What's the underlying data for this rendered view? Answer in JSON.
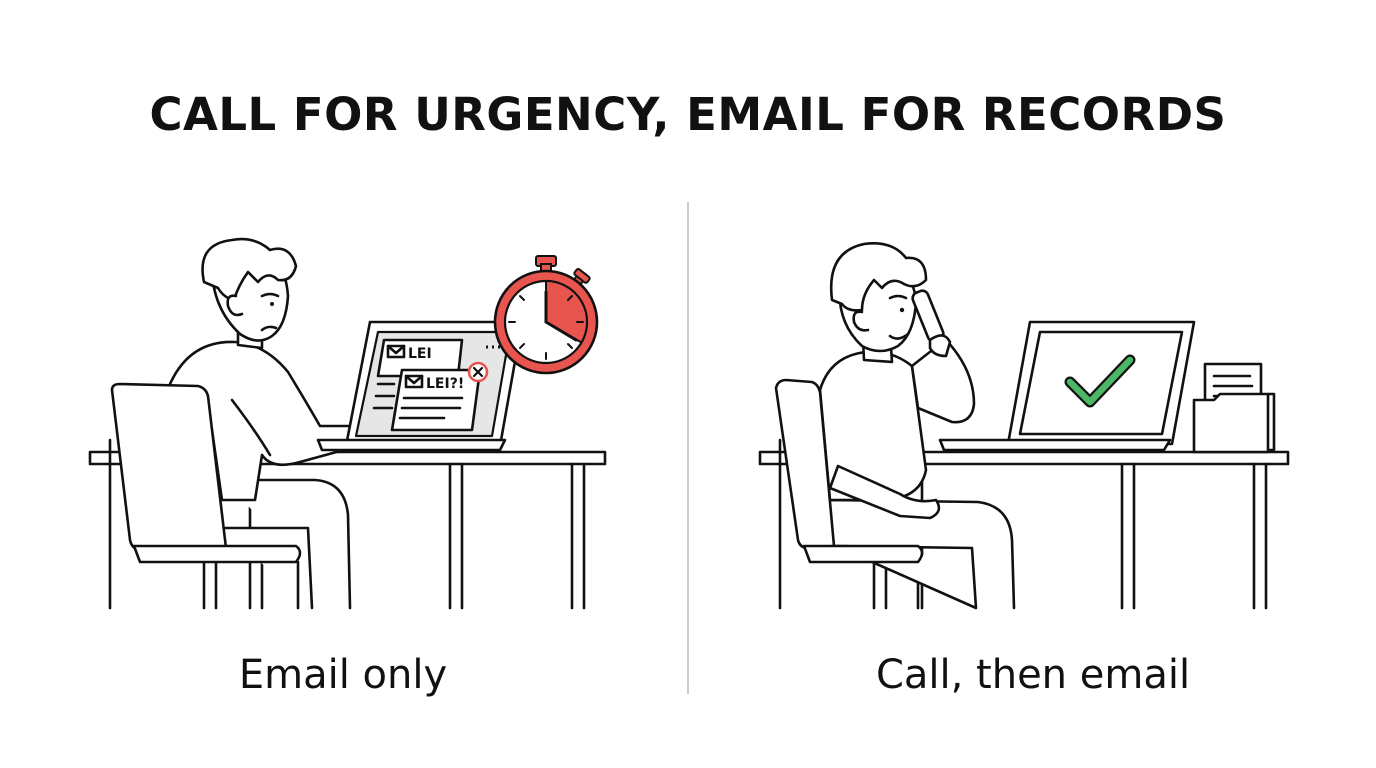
{
  "title": "CALL FOR URGENCY, EMAIL FOR RECORDS",
  "panels": [
    {
      "caption": "Email only",
      "mail_labels": [
        "LEI",
        "LEI?!"
      ]
    },
    {
      "caption": "Call, then email"
    }
  ],
  "colors": {
    "alert": "#e8554e",
    "success": "#4cb865",
    "ink": "#111111",
    "divider": "#bfbfbf"
  },
  "icons": [
    "stopwatch-icon",
    "envelope-icon",
    "error-x-icon",
    "checkmark-icon",
    "phone-icon",
    "document-folder-icon"
  ]
}
